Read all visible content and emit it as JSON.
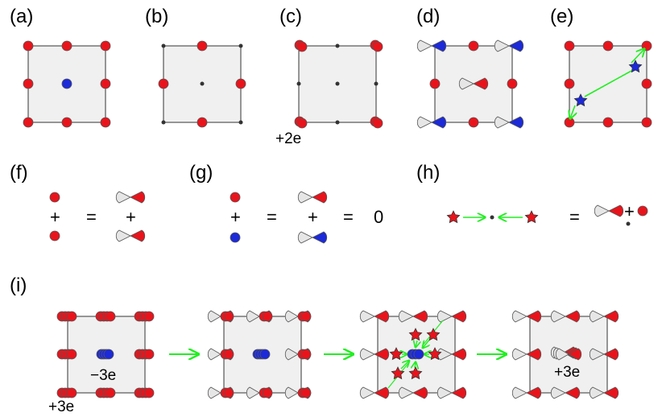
{
  "panels": {
    "a": "(a)",
    "b": "(b)",
    "c": "(c)",
    "d": "(d)",
    "e": "(e)",
    "f": "(f)",
    "g": "(g)",
    "h": "(h)",
    "i": "(i)"
  },
  "annotations": {
    "c_charge": "+2e",
    "i_corner_charge": "+3e",
    "i_center_charge_1": "−3e",
    "i_center_charge_4": "+3e"
  },
  "equations": {
    "plus": "+",
    "equals": "=",
    "zero": "0"
  },
  "colors": {
    "red": "#e8141c",
    "blue": "#1c2ad8",
    "white_lobe": "#e6e6e6",
    "arrow": "#22ee22",
    "square_fill": "#f0f0f0"
  }
}
